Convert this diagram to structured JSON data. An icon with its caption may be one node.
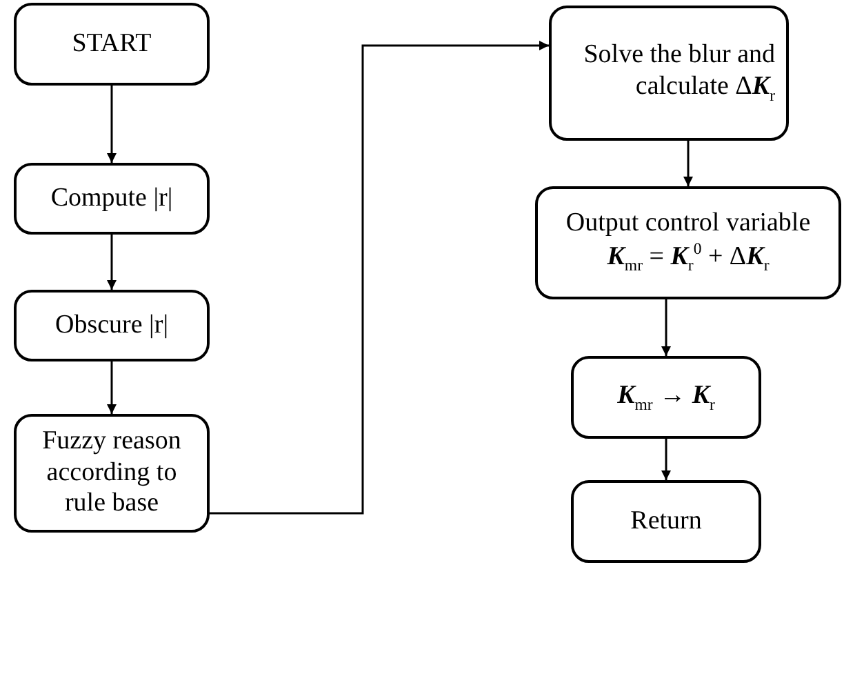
{
  "diagram": {
    "nodes": [
      {
        "text": [
          "START"
        ]
      },
      {
        "text": [
          "Compute |r|"
        ]
      },
      {
        "text": [
          "Obscure |r|"
        ]
      },
      {
        "text": [
          "Fuzzy reason according to rule base"
        ]
      },
      {
        "text": [
          "Solve the blur and calculate Δ**K**$_{r}$"
        ]
      },
      {
        "text": [
          "Output control variable",
          "**K**$_{mr}$ = **K**$_{r}$$^{0}$ + Δ**K**$_{r}$"
        ]
      },
      {
        "text": [
          "**K**$_{mr}$ → **K**$_{r}$"
        ]
      },
      {
        "text": [
          "Return"
        ]
      }
    ],
    "edges": [
      {
        "from": 0,
        "to": 1,
        "arrow": "to"
      },
      {
        "from": 1,
        "to": 2,
        "arrow": "to"
      },
      {
        "from": 2,
        "to": 3,
        "arrow": "to"
      },
      {
        "from": 3,
        "to": 4,
        "arrow": "to"
      },
      {
        "from": 4,
        "to": 5,
        "arrow": "to"
      },
      {
        "from": 5,
        "to": 6,
        "arrow": "to"
      },
      {
        "from": 6,
        "to": 7,
        "arrow": "to"
      }
    ]
  }
}
